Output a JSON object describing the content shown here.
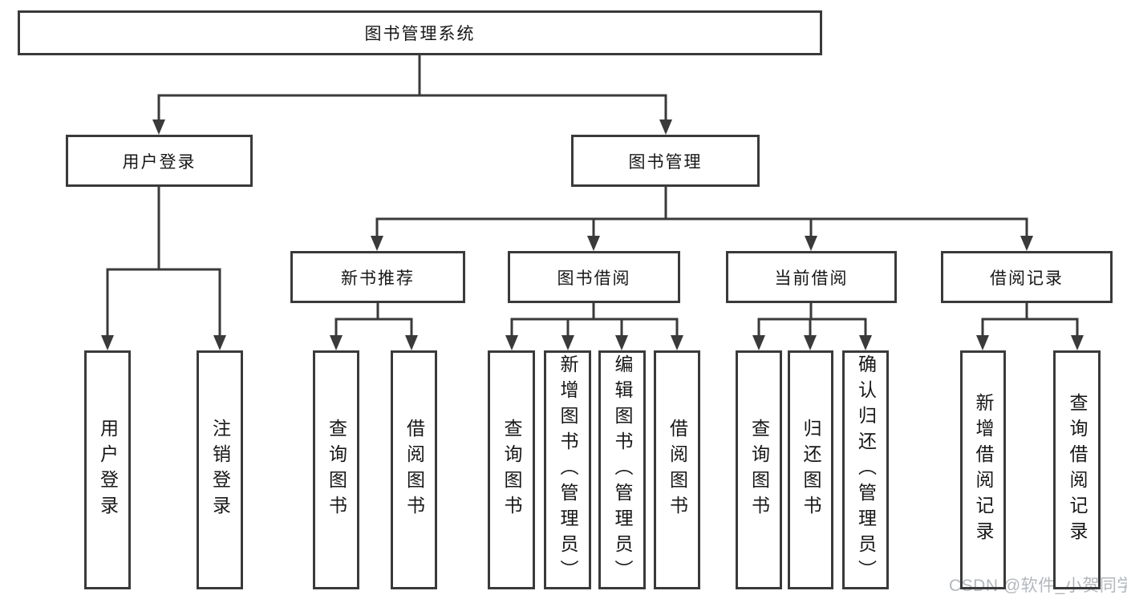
{
  "diagram_title": "图书管理系统",
  "tree": {
    "root": {
      "label": "图书管理系统"
    },
    "branches": [
      {
        "label": "用户登录",
        "children": [
          "用户登录",
          "注销登录"
        ]
      },
      {
        "label": "图书管理",
        "modules": [
          {
            "label": "新书推荐",
            "children": [
              "查询图书",
              "借阅图书"
            ]
          },
          {
            "label": "图书借阅",
            "children": [
              "查询图书",
              "新增图书（管理员）",
              "编辑图书（管理员）",
              "借阅图书"
            ]
          },
          {
            "label": "当前借阅",
            "children": [
              "查询图书",
              "归还图书",
              "确认归还（管理员）"
            ]
          },
          {
            "label": "借阅记录",
            "children": [
              "新增借阅记录",
              "查询借阅记录"
            ]
          }
        ]
      }
    ]
  },
  "watermark": {
    "text": "CSDN @软件_小贺同学"
  },
  "colors": {
    "line": "#3a3a3a",
    "text": "#171717",
    "watermark": "#b2b7bd",
    "background": "#ffffff"
  }
}
